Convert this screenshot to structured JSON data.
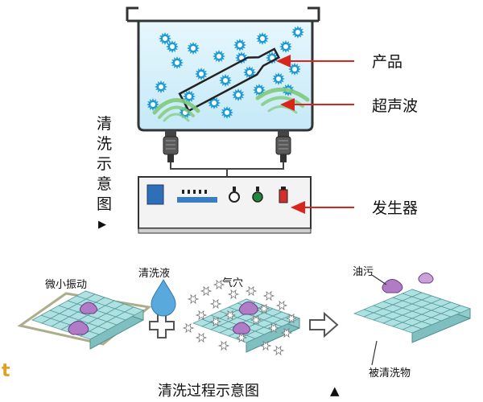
{
  "top": {
    "labels": {
      "product": "产品",
      "ultrasonic": "超声波",
      "generator": "发生器"
    },
    "side_title": [
      "清",
      "洗",
      "示",
      "意",
      "图"
    ],
    "side_title_marker": "▶"
  },
  "bottom": {
    "labels": {
      "micro_vibration": "微小振动",
      "cleaning_liquid": "清洗液",
      "cavitation": "气穴",
      "oil_stain": "油污",
      "cleaned_object": "被清洗物"
    },
    "title": "清洗过程示意图",
    "title_marker": "▲",
    "stray_letter": "t"
  },
  "colors": {
    "tank_liquid": "#cdeefa",
    "bubble": "#1b9ad6",
    "wave": "#7fc97a",
    "arrow": "#d9261c",
    "tile": "#aee2e2",
    "tile_side": "#7fbfbf",
    "stain": "#b07cc6",
    "droplet": "#5aa9dd",
    "generator_display": "#2f6fb8",
    "power_led": "#1e8a3a",
    "switch_red": "#d32f2f"
  }
}
